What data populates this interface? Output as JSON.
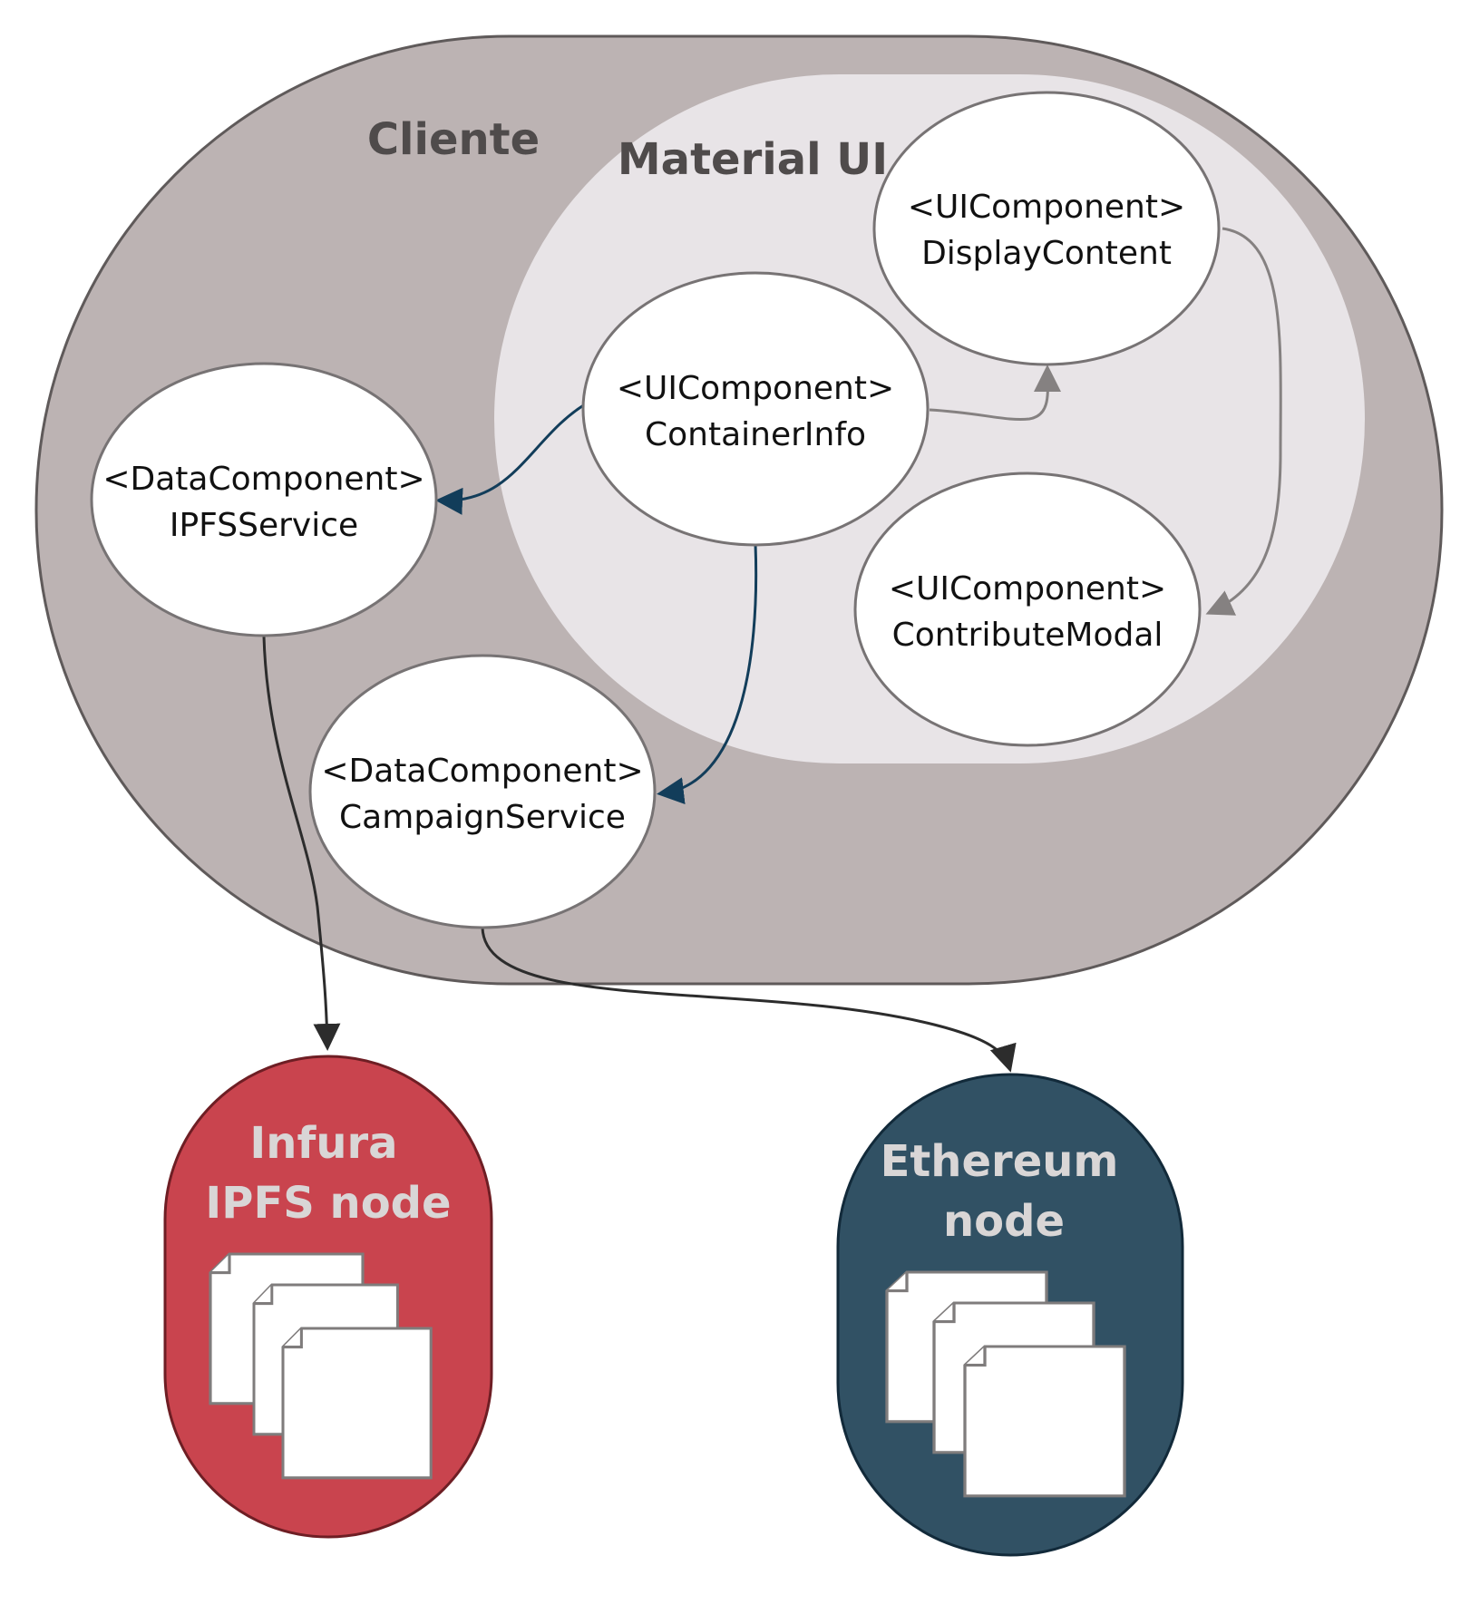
{
  "regions": {
    "cliente": {
      "label": "Cliente"
    },
    "material_ui": {
      "label": "Material UI"
    }
  },
  "components": {
    "display_content": {
      "stereotype": "<UIComponent>",
      "name": "DisplayContent"
    },
    "container_info": {
      "stereotype": "<UIComponent>",
      "name": "ContainerInfo"
    },
    "contribute_modal": {
      "stereotype": "<UIComponent>",
      "name": "ContributeModal"
    },
    "ipfs_service": {
      "stereotype": "<DataComponent>",
      "name": "IPFSService"
    },
    "campaign_service": {
      "stereotype": "<DataComponent>",
      "name": "CampaignService"
    }
  },
  "external_nodes": {
    "infura": {
      "line1": "Infura",
      "line2": "IPFS node"
    },
    "ethereum": {
      "line1": "Ethereum",
      "line2": "node"
    }
  },
  "colors": {
    "cliente_fill": "#bcb3b3",
    "material_ui_fill": "#e8e4e7",
    "infura_fill": "#c9444e",
    "ethereum_fill": "#315164",
    "edge_blue": "#123d5a"
  }
}
